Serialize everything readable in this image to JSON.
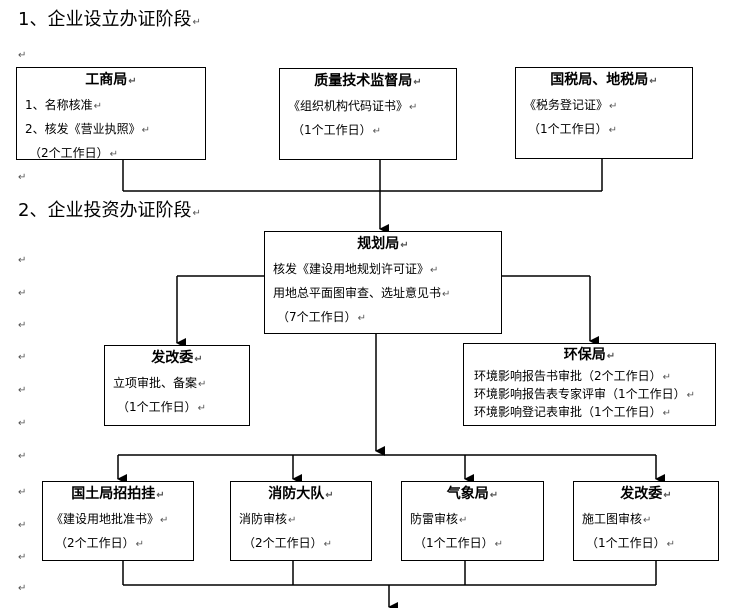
{
  "stage1": {
    "heading": "1、企业设立办证阶段"
  },
  "stage2": {
    "heading": "2、企业投资办证阶段"
  },
  "pilcrow": "↵",
  "boxes": {
    "gongshang": {
      "title": "工商局",
      "lines": [
        "1、名称核准",
        "2、核发《营业执照》",
        "（2个工作日）"
      ]
    },
    "zhijian": {
      "title": "质量技术监督局",
      "lines": [
        "《组织机构代码证书》",
        "（1个工作日）"
      ]
    },
    "guoshui": {
      "title": "国税局、地税局",
      "lines": [
        "《税务登记证》",
        "（1个工作日）"
      ]
    },
    "guihua": {
      "title": "规划局",
      "lines": [
        "核发《建设用地规划许可证》",
        "用地总平面图审查、选址意见书",
        "（7个工作日）"
      ]
    },
    "fagai1": {
      "title": "发改委",
      "lines": [
        "立项审批、备案",
        "（1个工作日）"
      ]
    },
    "huanbao": {
      "title": "环保局",
      "lines": [
        "环境影响报告书审批（2个工作日）",
        "环境影响报告表专家评审（1个工作日）",
        "环境影响登记表审批（1个工作日）"
      ]
    },
    "guotu": {
      "title": "国土局招拍挂",
      "lines": [
        "《建设用地批准书》",
        "（2个工作日）"
      ]
    },
    "xiaofang": {
      "title": "消防大队",
      "lines": [
        "消防审核",
        "（2个工作日）"
      ]
    },
    "qixiang": {
      "title": "气象局",
      "lines": [
        "防雷审核",
        "（1个工作日）"
      ]
    },
    "fagai2": {
      "title": "发改委",
      "lines": [
        "施工图审核",
        "（1个工作日）"
      ]
    }
  }
}
